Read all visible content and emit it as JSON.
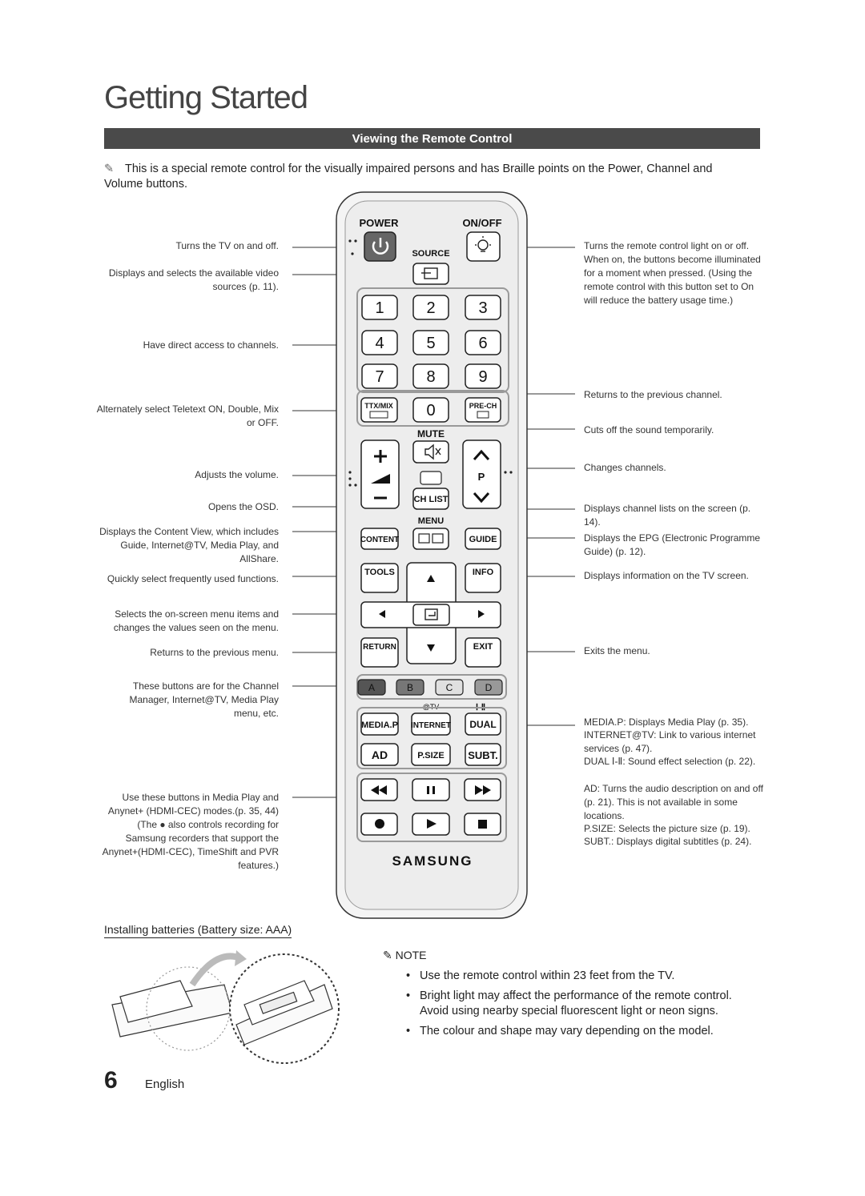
{
  "page": {
    "title": "Getting Started",
    "section": "Viewing the Remote Control",
    "intro": "This is a special remote control for the visually impaired persons and has Braille points on the Power, Channel and Volume buttons."
  },
  "left_labels": [
    "Turns the TV on and off.",
    "Displays and selects the available video sources (p. 11).",
    "Have direct access to channels.",
    "Alternately select Teletext ON, Double, Mix or OFF.",
    "Adjusts the volume.",
    "Opens the OSD.",
    "Displays the Content View, which includes Guide, Internet@TV, Media Play, and AllShare.",
    "Quickly select frequently used functions.",
    "Selects the on-screen menu items and changes the values seen on the menu.",
    "Returns to the previous menu.",
    "These buttons are for the Channel Manager, Internet@TV, Media Play menu, etc.",
    "Use these buttons in Media Play and Anynet+ (HDMI-CEC) modes.(p. 35, 44) (The ● also controls recording for Samsung recorders that support the Anynet+(HDMI-CEC), TimeShift and PVR features.)"
  ],
  "right_labels": [
    "Turns the remote control light on or off. When on, the buttons become illuminated for a moment when pressed. (Using the remote control with this button set to On will reduce the battery usage time.)",
    "Returns to the previous channel.",
    "Cuts off the sound temporarily.",
    "Changes channels.",
    "Displays channel lists on the screen (p. 14).",
    "Displays the EPG (Electronic Programme Guide) (p. 12).",
    "Displays information on the TV screen.",
    "Exits the menu.",
    "MEDIA.P: Displays Media Play (p. 35).",
    "INTERNET@TV: Link to various internet services (p. 47).",
    "DUAL Ⅰ-Ⅱ: Sound effect selection (p. 22).",
    "AD: Turns the audio description on and off (p. 21). This is not available in some locations.",
    "P.SIZE: Selects the picture size (p. 19).",
    "SUBT.: Displays digital subtitles (p. 24)."
  ],
  "remote": {
    "power": "POWER",
    "onoff": "ON/OFF",
    "source": "SOURCE",
    "digits": [
      "1",
      "2",
      "3",
      "4",
      "5",
      "6",
      "7",
      "8",
      "9",
      "0"
    ],
    "ttx": "TTX/MIX",
    "prech": "PRE-CH",
    "mute": "MUTE",
    "p": "P",
    "chlist": "CH LIST",
    "menu": "MENU",
    "content": "CONTENT",
    "guide": "GUIDE",
    "tools": "TOOLS",
    "info": "INFO",
    "return": "RETURN",
    "exit": "EXIT",
    "colors": [
      "A",
      "B",
      "C",
      "D"
    ],
    "at_tv": "@TV",
    "dual_mark": "Ⅰ-Ⅱ",
    "mediap": "MEDIA.P",
    "internet": "INTERNET",
    "dual": "DUAL",
    "ad": "AD",
    "psize": "P.SIZE",
    "subt": "SUBT.",
    "brand": "SAMSUNG"
  },
  "batteries": {
    "title": "Installing batteries (Battery size: AAA)"
  },
  "note": {
    "heading": "NOTE",
    "items": [
      "Use the remote control within 23 feet from the TV.",
      "Bright light may affect the performance of the remote control. Avoid using nearby special fluorescent light or neon signs.",
      "The colour and shape may vary depending on the model."
    ]
  },
  "footer": {
    "page_number": "6",
    "language": "English"
  }
}
